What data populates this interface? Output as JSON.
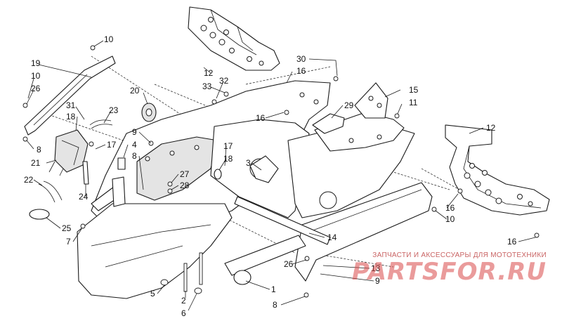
{
  "watermark": {
    "tagline": "ЗАПЧАСТИ И АКСЕССУАРЫ ДЛЯ МОТОТЕХНИКИ",
    "logo": "PARTSFOR.RU",
    "color": "#d94a4a"
  },
  "callouts": {
    "c10a": "10",
    "c19": "19",
    "c10b": "10",
    "c26a": "26",
    "c20": "20",
    "c31": "31",
    "c23": "23",
    "c18a": "18",
    "c8a": "8",
    "c17a": "17",
    "c21": "21",
    "c9a": "9",
    "c4": "4",
    "c22": "22",
    "c24": "24",
    "c25": "25",
    "c7": "7",
    "c12a": "12",
    "c33": "33",
    "c32": "32",
    "c30": "30",
    "c16a": "16",
    "c16b": "16",
    "c29": "29",
    "c15": "15",
    "c11": "11",
    "c17b": "17",
    "c18b": "18",
    "c3": "3",
    "c8b": "8",
    "c27": "27",
    "c28": "28",
    "c12b": "12",
    "c16c": "16",
    "c10c": "10",
    "c16d": "16",
    "c14": "14",
    "c26b": "26",
    "c13": "13",
    "c9b": "9",
    "c1": "1",
    "c8c": "8",
    "c5": "5",
    "c2": "2",
    "c6": "6"
  }
}
